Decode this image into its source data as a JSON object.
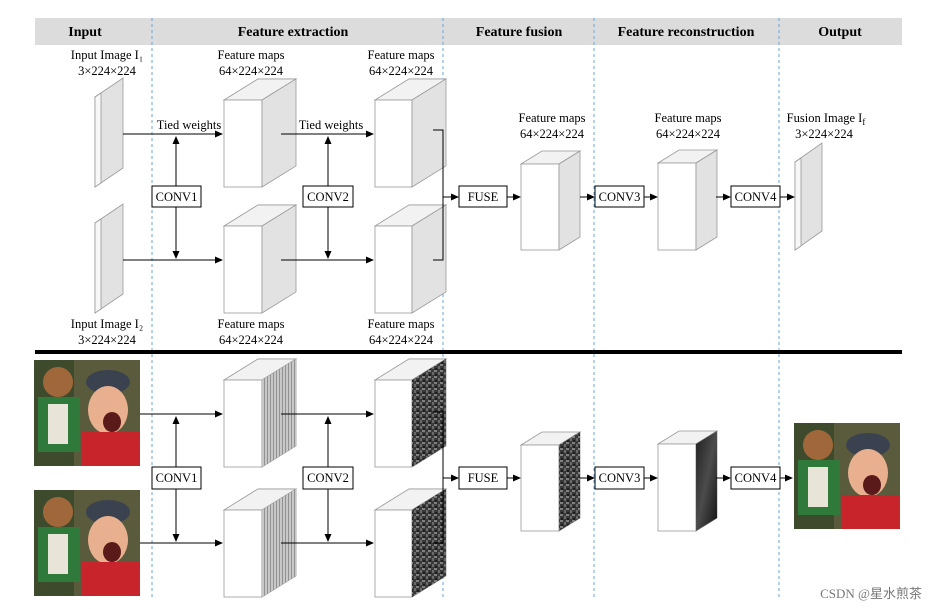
{
  "header": {
    "input": "Input",
    "feature_extraction": "Feature extraction",
    "feature_fusion": "Feature fusion",
    "feature_reconstruction": "Feature reconstruction",
    "output": "Output"
  },
  "labels": {
    "input_image_1": "Input Image I₁",
    "input_image_2": "Input Image I₂",
    "input_dims": "3×224×224",
    "feature_maps": "Feature maps",
    "feature_dims": "64×224×224",
    "tied_weights": "Tied weights",
    "fusion_image": "Fusion Image I",
    "fusion_image_sub": "f",
    "fusion_dims": "3×224×224"
  },
  "ops": {
    "conv1": "CONV1",
    "conv2": "CONV2",
    "fuse": "FUSE",
    "conv3": "CONV3",
    "conv4": "CONV4"
  },
  "watermark": "CSDN @星水煎茶",
  "colors": {
    "header_bg": "#dcdcdc",
    "divider": "#6aa6d8",
    "slab_side": "#e2e2e2",
    "photo_red": "#c8242c",
    "photo_green": "#2f7a3a"
  }
}
